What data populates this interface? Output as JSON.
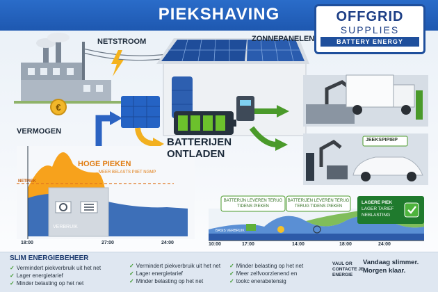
{
  "header": {
    "title": "PIEKSHAVING"
  },
  "logo": {
    "line1": "OFFGRID",
    "line2": "SUPPLIES",
    "line3": "BATTERY ENERGY"
  },
  "labels": {
    "netstroom": "NETSTROOM",
    "zonnepanelen": "ZONNEPANELEN",
    "vermogen": "VERMOGEN",
    "batterijen_line1": "BATTERIJEN",
    "batterijen_line2": "ONTLADEN",
    "charger_sign": "JEEKSPIPIBP"
  },
  "peak_chart": {
    "peak_title": "HOGE PIEKEN",
    "peak_subtitle": "MEER BELASTS PIIET NGMP",
    "netpiek": "NETPIEK",
    "verbruik": "VERBRUIK",
    "x_ticks": [
      "18:00",
      "27:00",
      "24:00"
    ]
  },
  "right_chart": {
    "callout_1": {
      "line1": "BATTERIJN LEVEREN TERUG",
      "line2": "TIDENS PIEKEN"
    },
    "callout_2": {
      "line1": "BATTERIJEN LEVEREN TERUG",
      "line2": "TERUG TIDENS PIEKEN"
    },
    "result_box": {
      "line1": "LAGERE PIEK",
      "line2": "LAGER TARIEF",
      "line3": "NEBLASTING"
    },
    "baseline_label": "BASIS VERBRUIK",
    "x_ticks": [
      "10:00",
      "17:00",
      "14:00",
      "18:00",
      "24:00"
    ]
  },
  "bottom": {
    "title": "SLIM ENERGIEBEHEER",
    "col1": [
      "Vermindert piekverbruik uit het net",
      "Lager energietarief",
      "Minder belasting op het net"
    ],
    "col2": [
      "Vermindert piekverbruik uit het net",
      "Lager energietarief",
      "Minder belasting op het net"
    ],
    "col3": [
      "Minder belasting op het net",
      "Meer zelfvoorzienend en",
      "tookc enerabetensig"
    ],
    "contact": {
      "line1": "VAUL OR",
      "line2": "CONTACTE JE",
      "line3": "ENERGIE"
    },
    "slogan": {
      "line1": "Vandaag slimmer.",
      "line2": "Morgen klaar."
    }
  },
  "colors": {
    "accent_blue": "#1e58b0",
    "green": "#4a9a2a",
    "orange": "#f0a32a",
    "chart_blue": "#3d6fb8"
  }
}
